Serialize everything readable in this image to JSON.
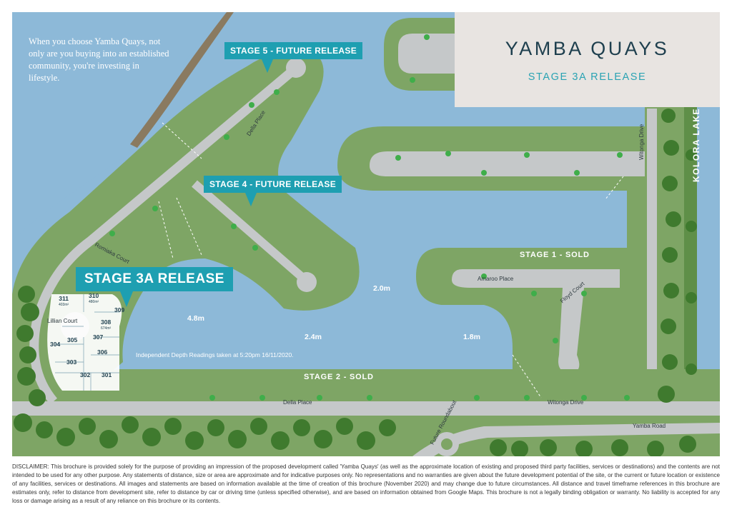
{
  "intro_text": "When you choose Yamba Quays, not only are you buying into an established community, you're investing in lifestyle.",
  "brand": {
    "title": "YAMBA QUAYS",
    "subtitle": "STAGE 3A RELEASE"
  },
  "callouts": {
    "stage5": "STAGE 5 - FUTURE RELEASE",
    "stage4": "STAGE 4 - FUTURE RELEASE",
    "stage3a": "STAGE 3A RELEASE"
  },
  "stage_labels": {
    "stage1": "STAGE 1 - SOLD",
    "stage2": "STAGE 2 - SOLD"
  },
  "lake_label": "KOLORA LAKE",
  "depths": {
    "d1": "4.8m",
    "d2": "2.0m",
    "d3": "2.4m",
    "d4": "1.8m"
  },
  "depth_note": "Independent Depth Readings taken at 5:20pm 16/11/2020.",
  "roads": {
    "della_place_top": "Della Place",
    "della_place_bottom": "Della Place",
    "witonga_drive_side": "Witonga Drive",
    "witonga_drive_bottom": "Witonga Drive",
    "amaroo_place": "Amaroo Place",
    "floyd_court": "Floyd Court",
    "romiaka_court": "Romiaka Court",
    "lillian_court": "Lillian Court",
    "yamba_road": "Yamba Road",
    "future_roundabout": "Future Roundabout"
  },
  "lots": [
    {
      "number": "311",
      "area": "403m²"
    },
    {
      "number": "310",
      "area": "480m²"
    },
    {
      "number": "309",
      "area": ""
    },
    {
      "number": "308",
      "area": "674m²"
    },
    {
      "number": "305",
      "area": ""
    },
    {
      "number": "307",
      "area": ""
    },
    {
      "number": "304",
      "area": ""
    },
    {
      "number": "306",
      "area": ""
    },
    {
      "number": "303",
      "area": ""
    },
    {
      "number": "302",
      "area": ""
    },
    {
      "number": "301",
      "area": ""
    }
  ],
  "disclaimer": "DISCLAIMER: This brochure is provided solely for the purpose of providing an impression of the proposed development called 'Yamba Quays' (as well as the approximate location of existing and proposed third party facilities, services or destinations) and the contents are not intended to be used for any other purpose. Any statements of distance, size or area are approximate and for indicative purposes only. No representations and no warranties are given about the future development potential of the site, or the current or future location or existence of any facilities, services or destinations. All images and statements are based on information available at the time of creation of this brochure (November 2020) and may change due to future circumstances. All distance and travel timeframe references in this brochure are estimates only, refer to distance from development site, refer to distance by car or driving time (unless specified otherwise), and are based on information obtained from Google Maps. This brochure is not a legally binding obligation or warranty. No liability is accepted for any loss or damage arising as a result of any reliance on this brochure or its contents.",
  "colors": {
    "water": "#8db9d8",
    "grass": "#7ea565",
    "road": "#c5c8c9",
    "accent": "#1e9fb1",
    "brand_text": "#1e3f4e"
  }
}
